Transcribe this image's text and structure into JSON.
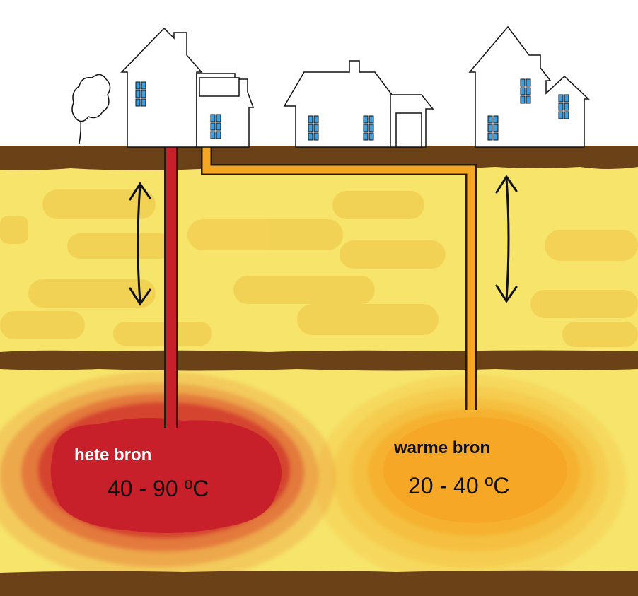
{
  "hot_source": {
    "label": "hete bron",
    "temperature": "40 - 90 ºC"
  },
  "warm_source": {
    "label": "warme bron",
    "temperature": "20 - 40 ºC"
  },
  "colors": {
    "sky": "#ffffff",
    "soil_band": "#6b4217",
    "aquifer": "#f6e46b",
    "aquifer_patch": "#f2cf52",
    "hot_pipe": "#c8202b",
    "warm_pipe": "#f5a623",
    "hot_zone": "#c8202b",
    "warm_zone": "#f5a623",
    "window": "#3f9ee0"
  }
}
